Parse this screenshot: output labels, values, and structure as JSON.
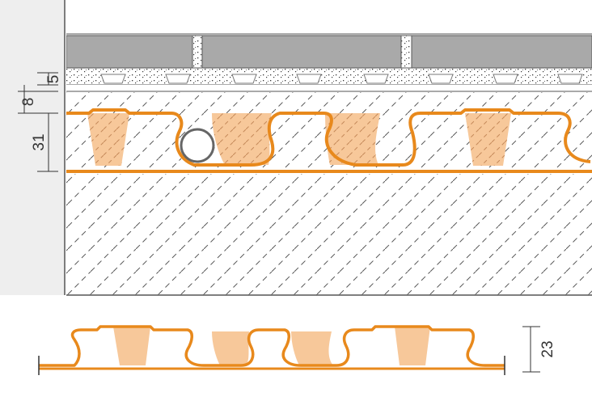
{
  "dimensions": {
    "top": "5",
    "second": "8",
    "third": "31",
    "detail": "23"
  },
  "colors": {
    "orange": "#e8891c",
    "orange_fill": "#f7c89a",
    "tile": "#a9a9a9",
    "border": "#555555",
    "panel": "#eeeeee"
  }
}
